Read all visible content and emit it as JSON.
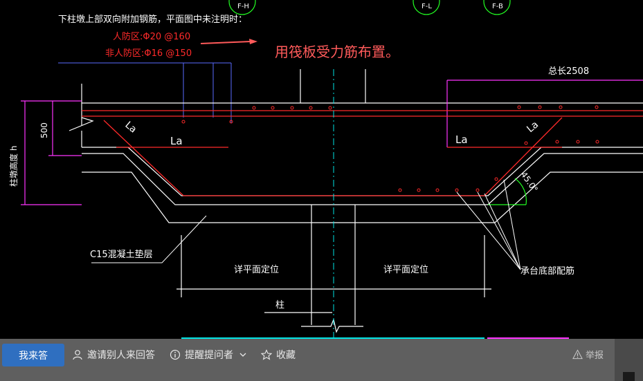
{
  "drawing": {
    "note_title": "下柱墩上部双向附加钢筋，平面图中未注明时：",
    "note_civil_defense": "人防区:Φ20 @160",
    "note_non_civil_defense": "非人防区:Φ16 @150",
    "annotation": "用筏板受力筋布置。",
    "label_total_length": "总长2508",
    "label_la_1": "La",
    "label_la_2": "La",
    "label_la_3": "La",
    "label_la_4": "La",
    "dim_500": "500",
    "label_depth": "柱墩高度 h",
    "label_angle": "45.0°",
    "label_cushion": "C15混凝土垫层",
    "label_plan_pos_left": "详平面定位",
    "label_plan_pos_right": "详平面定位",
    "label_column": "柱",
    "label_bottom_rebar": "承台底部配筋",
    "grid_1": "F-H",
    "grid_2": "F-L",
    "grid_3": "F-B"
  },
  "toolbar": {
    "answer_label": "我来答",
    "invite_label": "邀请别人来回答",
    "remind_label": "提醒提问者",
    "favorite_label": "收藏",
    "report_label": "举报"
  },
  "colors": {
    "cad_background": "#000000",
    "red_line": "#ff2a2a",
    "annotation_red": "#ff5a5a",
    "magenta": "#ff33ff",
    "blue": "#5a6bff",
    "green": "#22ff22",
    "cyan": "#00e5e5",
    "toolbar_bg": "#5f5f5f",
    "button_blue": "#2f6fc0"
  },
  "icons": {
    "invite": "person-icon",
    "remind": "info-circle-icon",
    "remind_dropdown": "chevron-down-icon",
    "favorite": "star-icon",
    "report": "warning-triangle-icon"
  }
}
